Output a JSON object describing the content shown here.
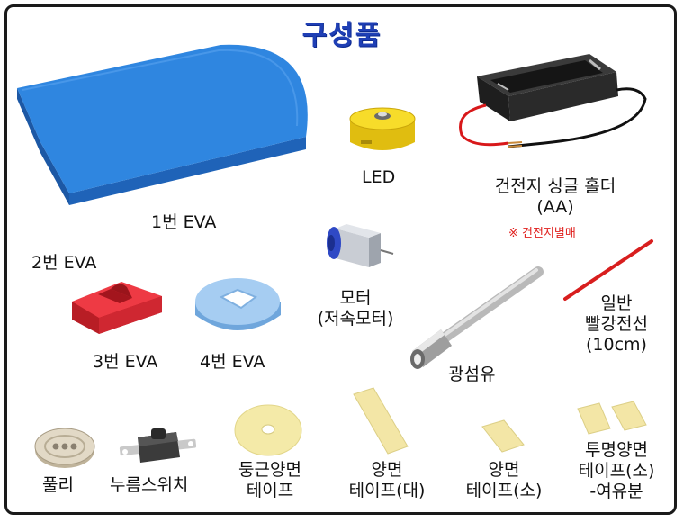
{
  "title": "구성품",
  "items": {
    "eva1": "1번 EVA",
    "led": "LED",
    "holder_line1": "건전지 싱글 홀더",
    "holder_line2": "(AA)",
    "holder_note": "※ 건전지별매",
    "eva2": "2번 EVA",
    "eva3": "3번 EVA",
    "eva4": "4번 EVA",
    "motor_line1": "모터",
    "motor_line2": "(저속모터)",
    "wire_line1": "일반",
    "wire_line2": "빨강전선",
    "wire_line3": "(10cm)",
    "fiber": "광섬유",
    "pulley": "풀리",
    "switch": "누름스위치",
    "round_tape_line1": "둥근양면",
    "round_tape_line2": "테이프",
    "tape_large_line1": "양면",
    "tape_large_line2": "테이프(대)",
    "tape_small_line1": "양면",
    "tape_small_line2": "테이프(소)",
    "clear_tape_line1": "투명양면",
    "clear_tape_line2": "테이프(소)",
    "clear_tape_line3": "-여유분"
  },
  "colors": {
    "title": "#1f3fb5",
    "eva_blue": "#2f86e0",
    "eva_red": "#e8303a",
    "eva_lightblue": "#9cc8f0",
    "led_yellow": "#f2d21c",
    "tape_yellow": "#f3e6a6",
    "wire_red": "#d81e1e",
    "note_red": "#e0201e"
  }
}
